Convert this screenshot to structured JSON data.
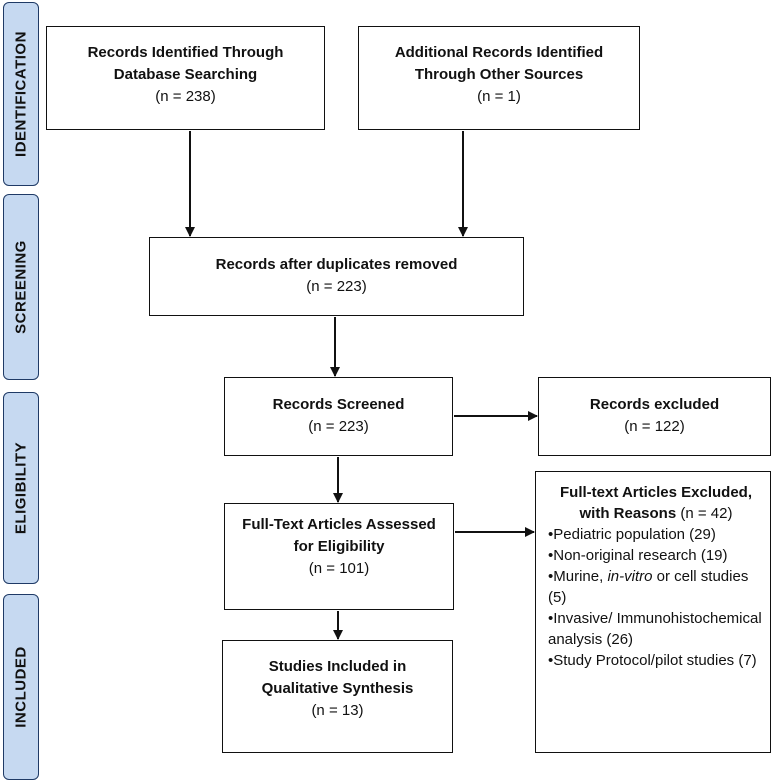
{
  "stages": {
    "identification": "IDENTIFICATION",
    "screening": "SCREENING",
    "eligibility": "ELIGIBILITY",
    "included": "INCLUDED"
  },
  "boxes": {
    "database": {
      "title_line1": "Records Identified Through",
      "title_line2": "Database Searching",
      "count": "(n = 238)"
    },
    "other_sources": {
      "title_line1": "Additional Records Identified",
      "title_line2": "Through Other Sources",
      "count": "(n = 1)"
    },
    "duplicates_removed": {
      "title": "Records after duplicates removed",
      "count": "(n = 223)"
    },
    "screened": {
      "title": "Records Screened",
      "count": "(n = 223)"
    },
    "excluded": {
      "title": "Records excluded",
      "count": "(n = 122)"
    },
    "full_text": {
      "title_line1": "Full-Text Articles Assessed",
      "title_line2": "for Eligibility",
      "count": "(n = 101)"
    },
    "included": {
      "title_line1": "Studies Included in",
      "title_line2": "Qualitative Synthesis",
      "count": "(n = 13)"
    },
    "reasons": {
      "title_line1": "Full-text Articles Excluded,",
      "title_line2": "with Reasons",
      "count": "(n = 42)",
      "items": [
        "•Pediatric population (29)",
        "•Non-original research (19)",
        "•Murine, ",
        "in-vitro",
        " or cell studies (5)",
        "•Invasive/ Immunohistochemical analysis (26)",
        "•Study Protocol/pilot studies (7)"
      ]
    }
  }
}
